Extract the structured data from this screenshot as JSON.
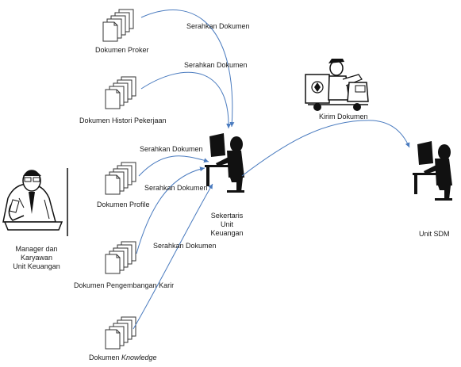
{
  "nodes": {
    "doc_proker": "Dokumen Proker",
    "doc_histori": "Dokumen Histori Pekerjaan",
    "doc_profile": "Dokumen Profile",
    "doc_karir": "Dokumen Pengembangan Karir",
    "doc_knowledge_prefix": "Dokumen ",
    "doc_knowledge_italic": "Knowledge",
    "manager_line1": "Manager dan",
    "manager_line2": "Karyawan",
    "manager_line3": "Unit Keuangan",
    "sekretaris_line1": "Sekertaris",
    "sekretaris_line2": "Unit",
    "sekretaris_line3": "Keuangan",
    "unit_sdm": "Unit SDM"
  },
  "edges": {
    "serahkan_1": "Serahkan Dokumen",
    "serahkan_2": "Serahkan Dokumen",
    "serahkan_3": "Serahkan Dokumen",
    "serahkan_4": "Serahkan Dokumen",
    "serahkan_5": "Serahkan Dokumen",
    "kirim": "Kirim Dokumen"
  },
  "colors": {
    "arrow": "#4a7bbf",
    "doc_fill": "#ffffff",
    "doc_stroke": "#333333",
    "silhouette": "#111111"
  }
}
